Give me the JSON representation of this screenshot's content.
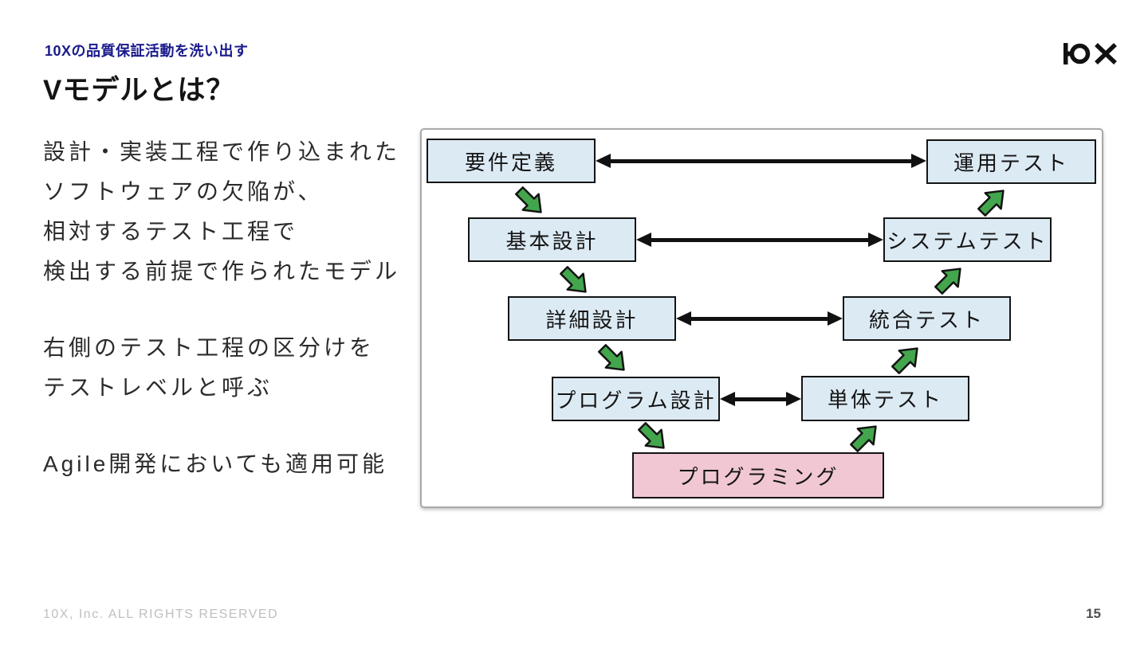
{
  "header": {
    "eyebrow": "10Xの品質保証活動を洗い出す",
    "title": "Vモデルとは？",
    "logo_icon": "10x-logo"
  },
  "body": {
    "p1": [
      "設計・実装工程で作り込まれた",
      "ソフトウェアの欠陥が、",
      "相対するテスト工程で",
      "検出する前提で作られたモデル"
    ],
    "p2": [
      "右側のテスト工程の区分けを",
      "テストレベルと呼ぶ"
    ],
    "p3": [
      "Agile開発においても適用可能"
    ]
  },
  "diagram": {
    "design_boxes": [
      "要件定義",
      "基本設計",
      "詳細設計",
      "プログラム設計"
    ],
    "test_boxes": [
      "運用テスト",
      "システムテスト",
      "統合テスト",
      "単体テスト"
    ],
    "bottom_box": "プログラミング",
    "icons": {
      "down_arrow": "green-bent-arrow-down-right-icon",
      "up_arrow": "green-bent-arrow-up-right-icon",
      "link_arrow": "double-headed-arrow-icon"
    },
    "colors": {
      "box_fill": "#dceaf4",
      "bottom_fill": "#f0c7d3",
      "arrow_green": "#43a64d",
      "line_black": "#111111",
      "eyebrow_blue": "#1a1a8c"
    }
  },
  "footer": {
    "copyright": "10X, Inc. ALL RIGHTS RESERVED",
    "page": "15"
  }
}
